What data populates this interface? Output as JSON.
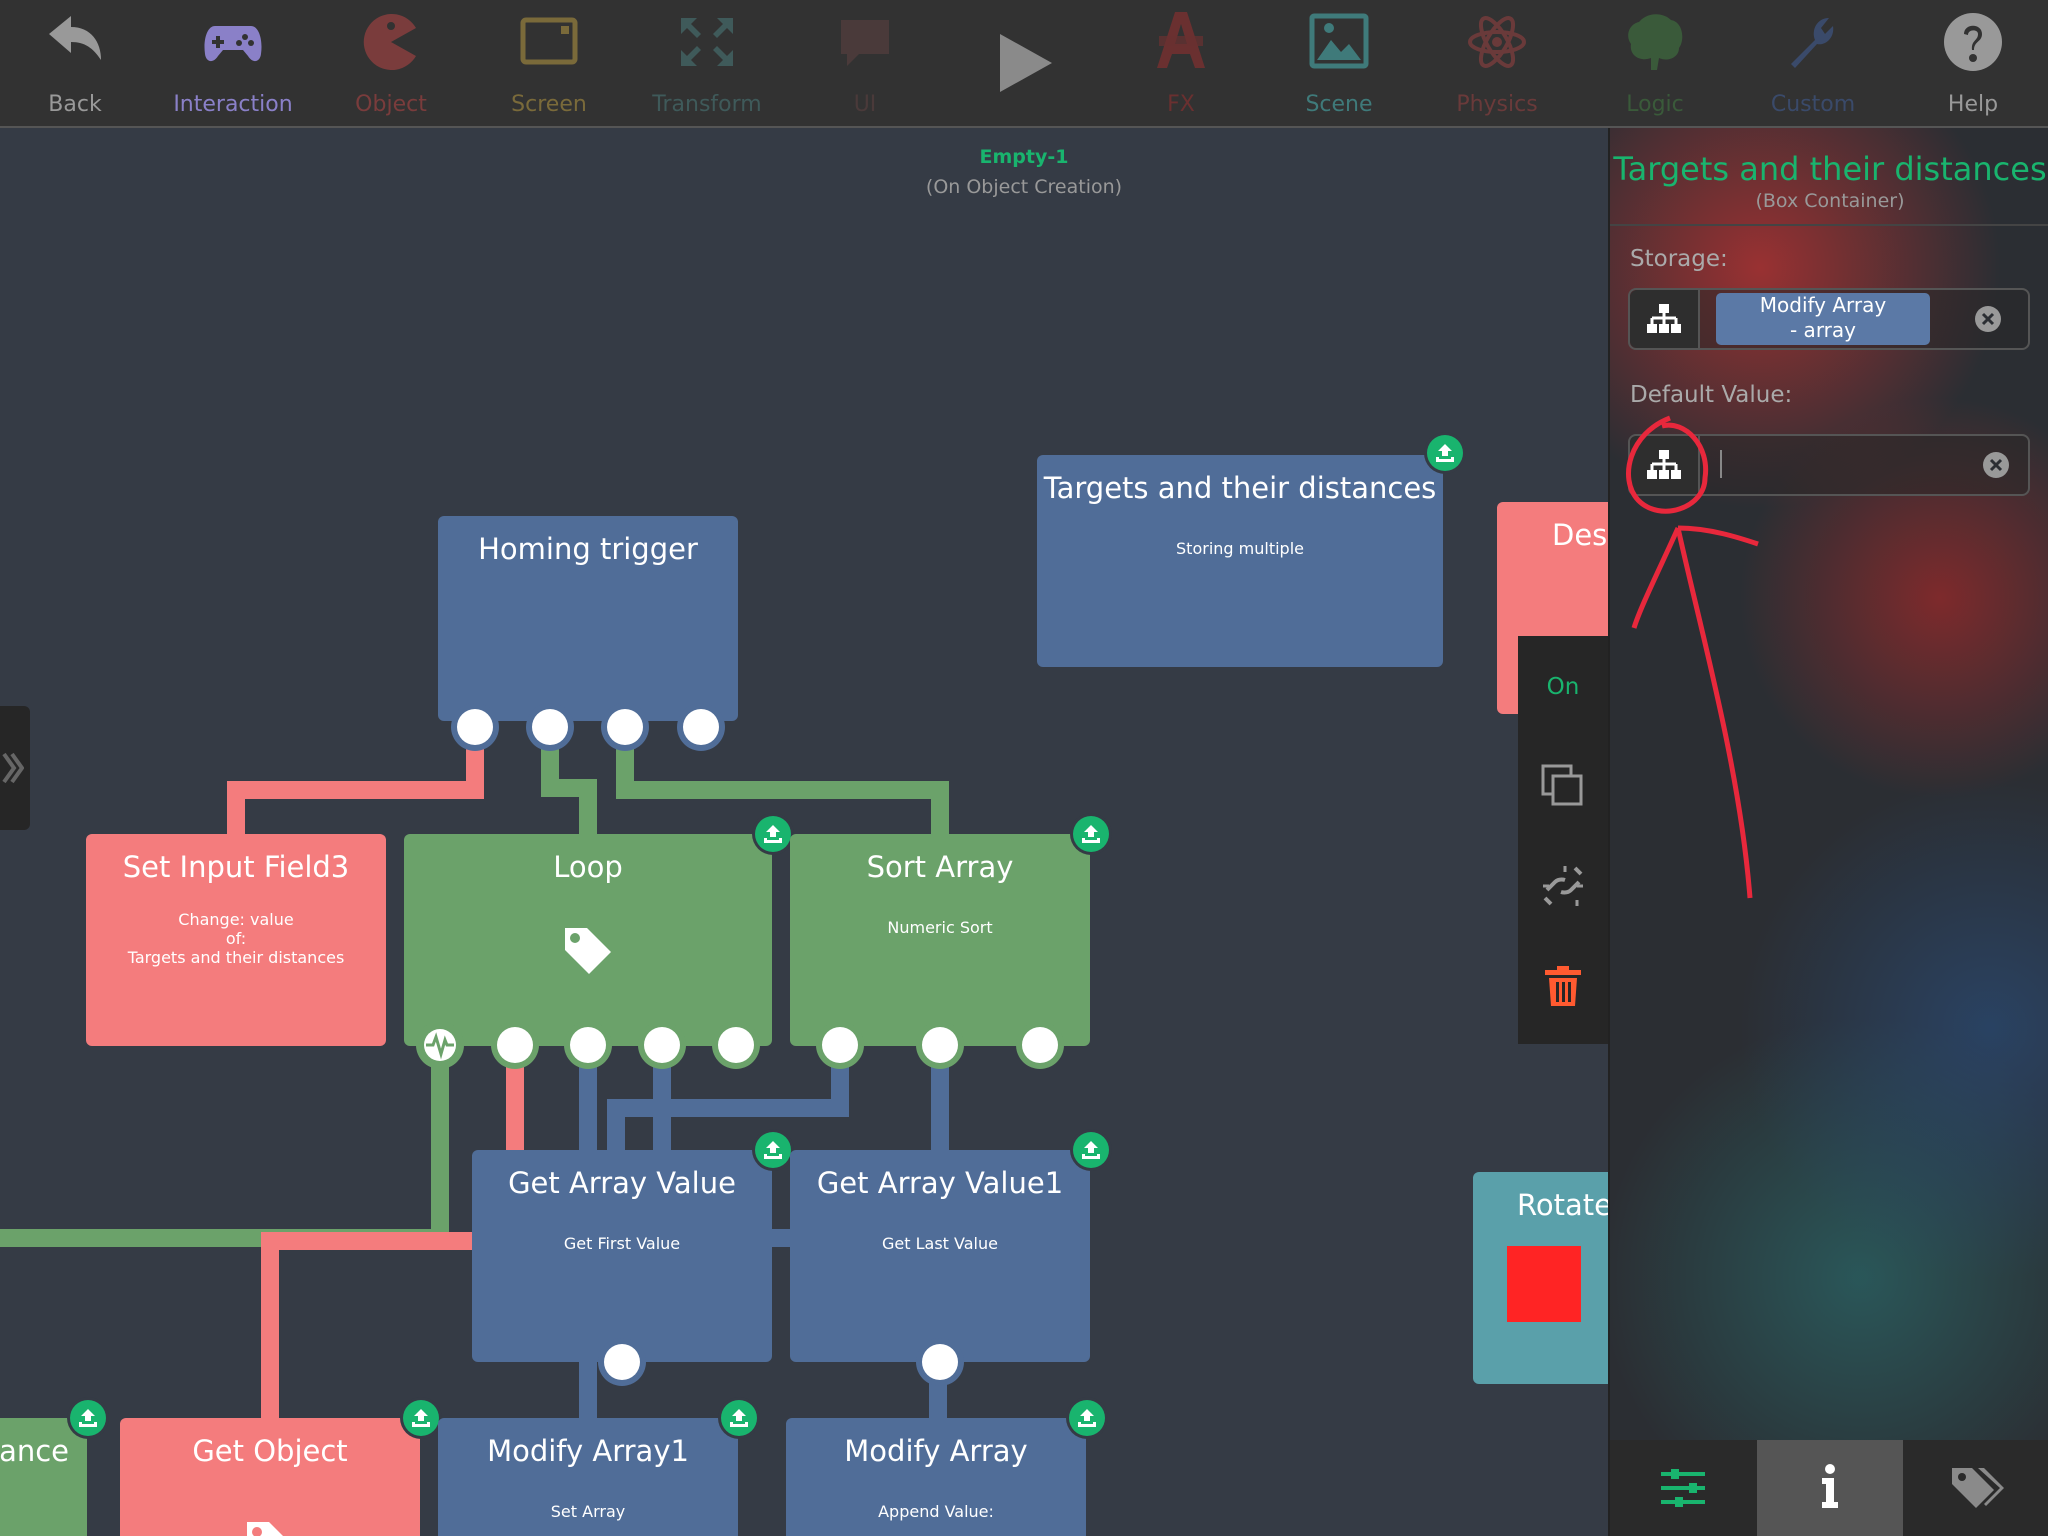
{
  "toolbar": {
    "items": [
      {
        "label": "Back",
        "icon": "back-arrow-icon",
        "color": "#999999"
      },
      {
        "label": "Interaction",
        "icon": "gamepad-icon",
        "color": "#8a80c8"
      },
      {
        "label": "Object",
        "icon": "pacman-icon",
        "color": "#7a3c3c"
      },
      {
        "label": "Screen",
        "icon": "screen-icon",
        "color": "#7a6a3a"
      },
      {
        "label": "Transform",
        "icon": "transform-icon",
        "color": "#3f5a5a"
      },
      {
        "label": "UI",
        "icon": "speech-bubble-icon",
        "color": "#4a3a3a"
      },
      {
        "label": "FX",
        "icon": "fx-icon",
        "color": "#6a3030"
      },
      {
        "label": "Scene",
        "icon": "landscape-icon",
        "color": "#3f7a7a"
      },
      {
        "label": "Physics",
        "icon": "atom-icon",
        "color": "#6a3a3a"
      },
      {
        "label": "Logic",
        "icon": "brain-icon",
        "color": "#3a5a3a"
      },
      {
        "label": "Custom",
        "icon": "wrench-icon",
        "color": "#3a4a6a"
      },
      {
        "label": "Help",
        "icon": "help-icon",
        "color": "#999999"
      }
    ],
    "play_icon": "play-icon"
  },
  "canvas": {
    "header_title": "Empty-1",
    "header_subtitle": "(On Object Creation)",
    "nodes": {
      "targets": {
        "title": "Targets and their distances",
        "sub": "Storing multiple"
      },
      "homing": {
        "title": "Homing trigger"
      },
      "set_input": {
        "title": "Set Input Field3",
        "sub": "Change: value\nof:\nTargets and their distances"
      },
      "loop": {
        "title": "Loop"
      },
      "sort": {
        "title": "Sort Array",
        "sub": "Numeric Sort"
      },
      "get_array": {
        "title": "Get Array Value",
        "sub": "Get First Value"
      },
      "get_array1": {
        "title": "Get Array Value1",
        "sub": "Get Last Value"
      },
      "get_object": {
        "title": "Get Object"
      },
      "modify1": {
        "title": "Modify Array1",
        "sub": "Set Array"
      },
      "modify": {
        "title": "Modify Array",
        "sub": "Append Value:"
      },
      "left_cut": {
        "title": "ance"
      },
      "dest_cut": {
        "title": "Dest"
      },
      "rotate": {
        "title": "Rotate"
      }
    },
    "context_menu": {
      "on_label": "On"
    }
  },
  "panel": {
    "title": "Targets and their distances",
    "subtitle": "(Box Container)",
    "storage_label": "Storage:",
    "storage_value": "Modify Array\n- array",
    "default_label": "Default Value:",
    "default_value": ""
  },
  "colors": {
    "accent": "#19b46e",
    "blue_node": "#506d98",
    "green_node": "#6ba26a",
    "pink_node": "#f47c7d",
    "teal_node": "#5aa0aa",
    "annotation": "#e8283c"
  }
}
